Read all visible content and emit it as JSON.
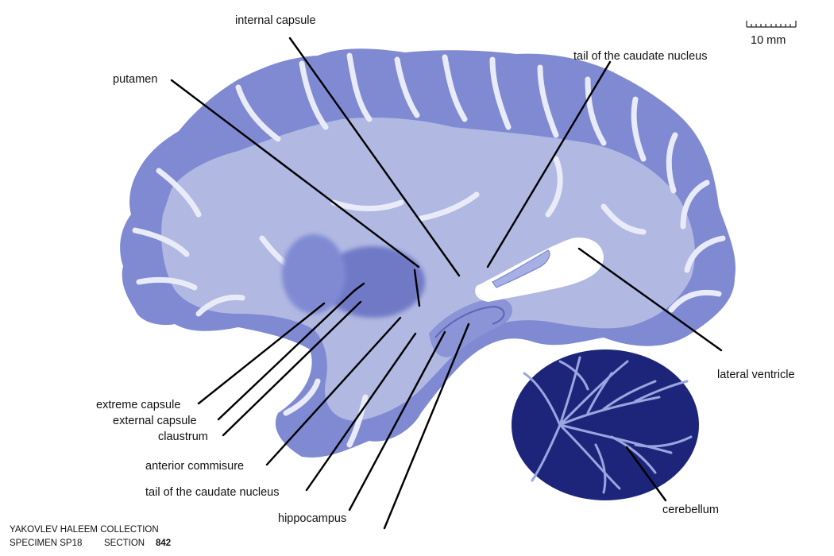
{
  "labels": {
    "internal_capsule": "internal capsule",
    "putamen": "putamen",
    "tail_caudate_top": "tail of the caudate nucleus",
    "lateral_ventricle": "lateral ventricle",
    "cerebellum": "cerebellum",
    "extreme_capsule": "extreme capsule",
    "external_capsule": "external capsule",
    "claustrum": "claustrum",
    "anterior_commisure": "anterior commisure",
    "tail_caudate_bottom": "tail of the caudate nucleus",
    "hippocampus": "hippocampus"
  },
  "scale_bar": {
    "label": "10 mm"
  },
  "footer": {
    "collection": "YAKOVLEV HALEEM COLLECTION",
    "specimen": "SPECIMEN SP18",
    "section_label": "SECTION",
    "section_number": "842"
  },
  "colors": {
    "cortex": "#7f8ad3",
    "white_matter": "#b1b8e2",
    "deep": "#6f79c6",
    "cerebellum_dark": "#1d257a",
    "cerebellum_light": "#9aa6e0",
    "ventricle": "#ffffff"
  }
}
